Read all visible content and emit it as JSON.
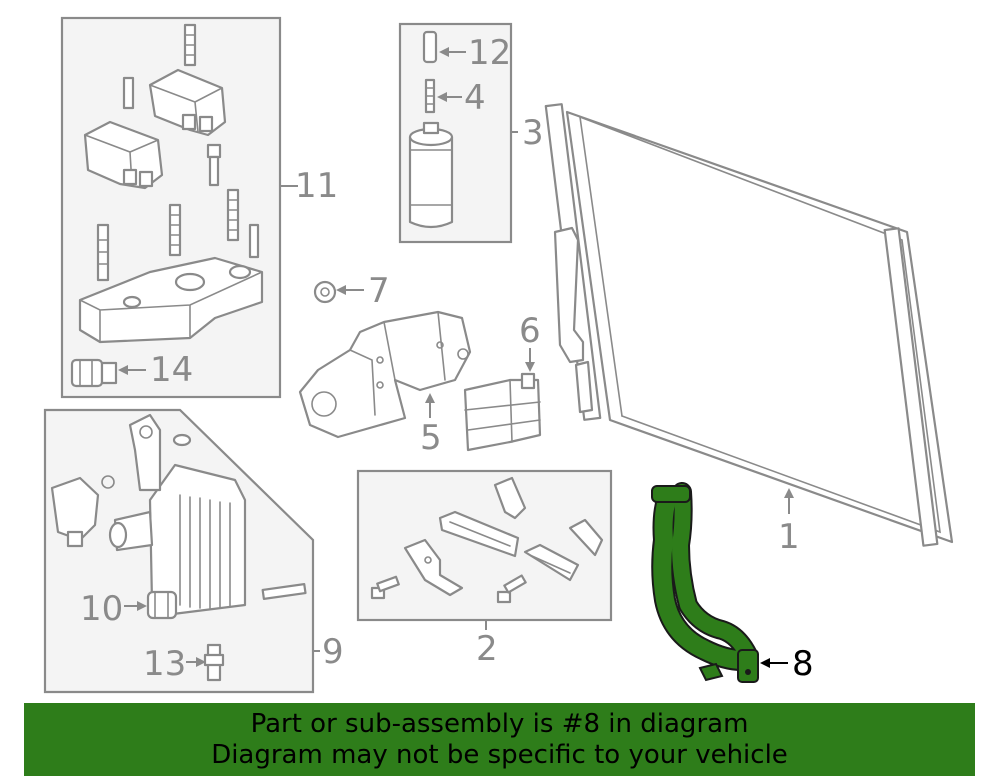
{
  "colors": {
    "line": "#8a8a8a",
    "highlight": "#2e7d1a",
    "banner": "#2e7d1a",
    "banner_text": "#000000"
  },
  "callouts": {
    "c1": "1",
    "c2": "2",
    "c3": "3",
    "c4": "4",
    "c5": "5",
    "c6": "6",
    "c7": "7",
    "c8": "8",
    "c9": "9",
    "c10": "10",
    "c11": "11",
    "c12": "12",
    "c13": "13",
    "c14": "14"
  },
  "highlighted_part": "8",
  "banner": {
    "line1": "Part or sub-assembly is #8 in diagram",
    "line2": "Diagram may not be specific to your vehicle"
  }
}
